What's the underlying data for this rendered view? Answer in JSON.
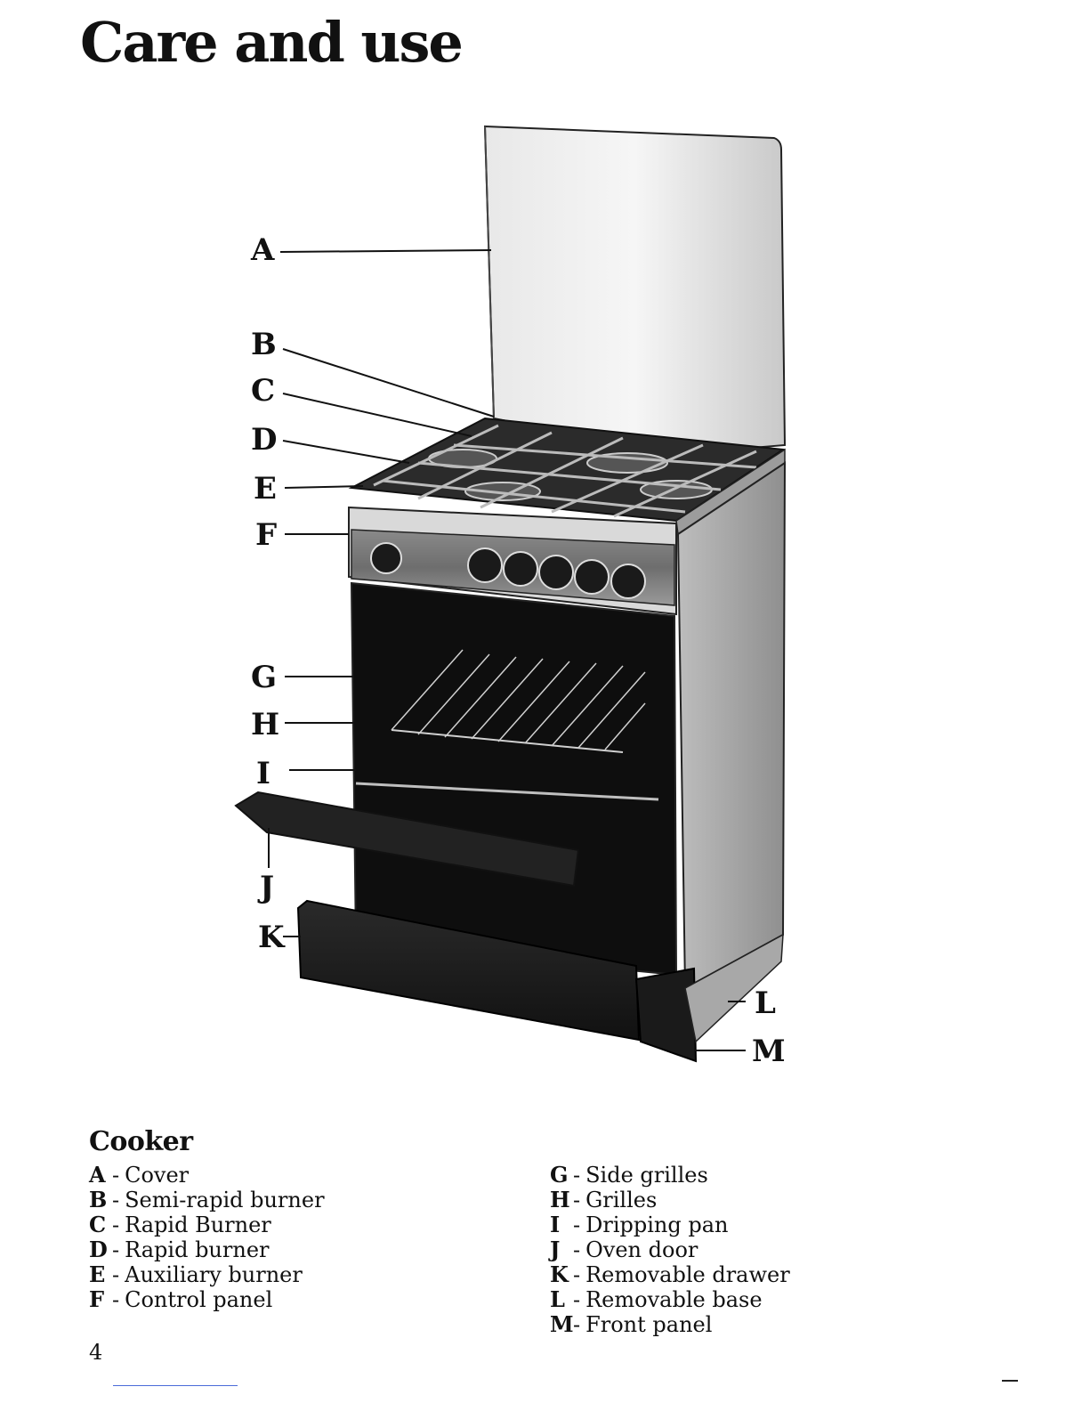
{
  "page": {
    "title": "Care and use",
    "page_number": "4"
  },
  "diagram": {
    "callouts": [
      "A",
      "B",
      "C",
      "D",
      "E",
      "F",
      "G",
      "H",
      "I",
      "J",
      "K",
      "L",
      "M"
    ]
  },
  "legend": {
    "title": "Cooker",
    "separator": "-",
    "left_items": [
      {
        "key": "A",
        "label": "Cover"
      },
      {
        "key": "B",
        "label": "Semi-rapid burner"
      },
      {
        "key": "C",
        "label": "Rapid Burner"
      },
      {
        "key": "D",
        "label": "Rapid burner"
      },
      {
        "key": "E",
        "label": "Auxiliary burner"
      },
      {
        "key": "F",
        "label": "Control panel"
      }
    ],
    "right_items": [
      {
        "key": "G",
        "label": "Side grilles"
      },
      {
        "key": "H",
        "label": "Grilles"
      },
      {
        "key": "I",
        "label": "Dripping pan"
      },
      {
        "key": "J",
        "label": "Oven door"
      },
      {
        "key": "K",
        "label": "Removable drawer"
      },
      {
        "key": "L",
        "label": "Removable base"
      },
      {
        "key": "M",
        "label": "Front panel"
      }
    ]
  }
}
